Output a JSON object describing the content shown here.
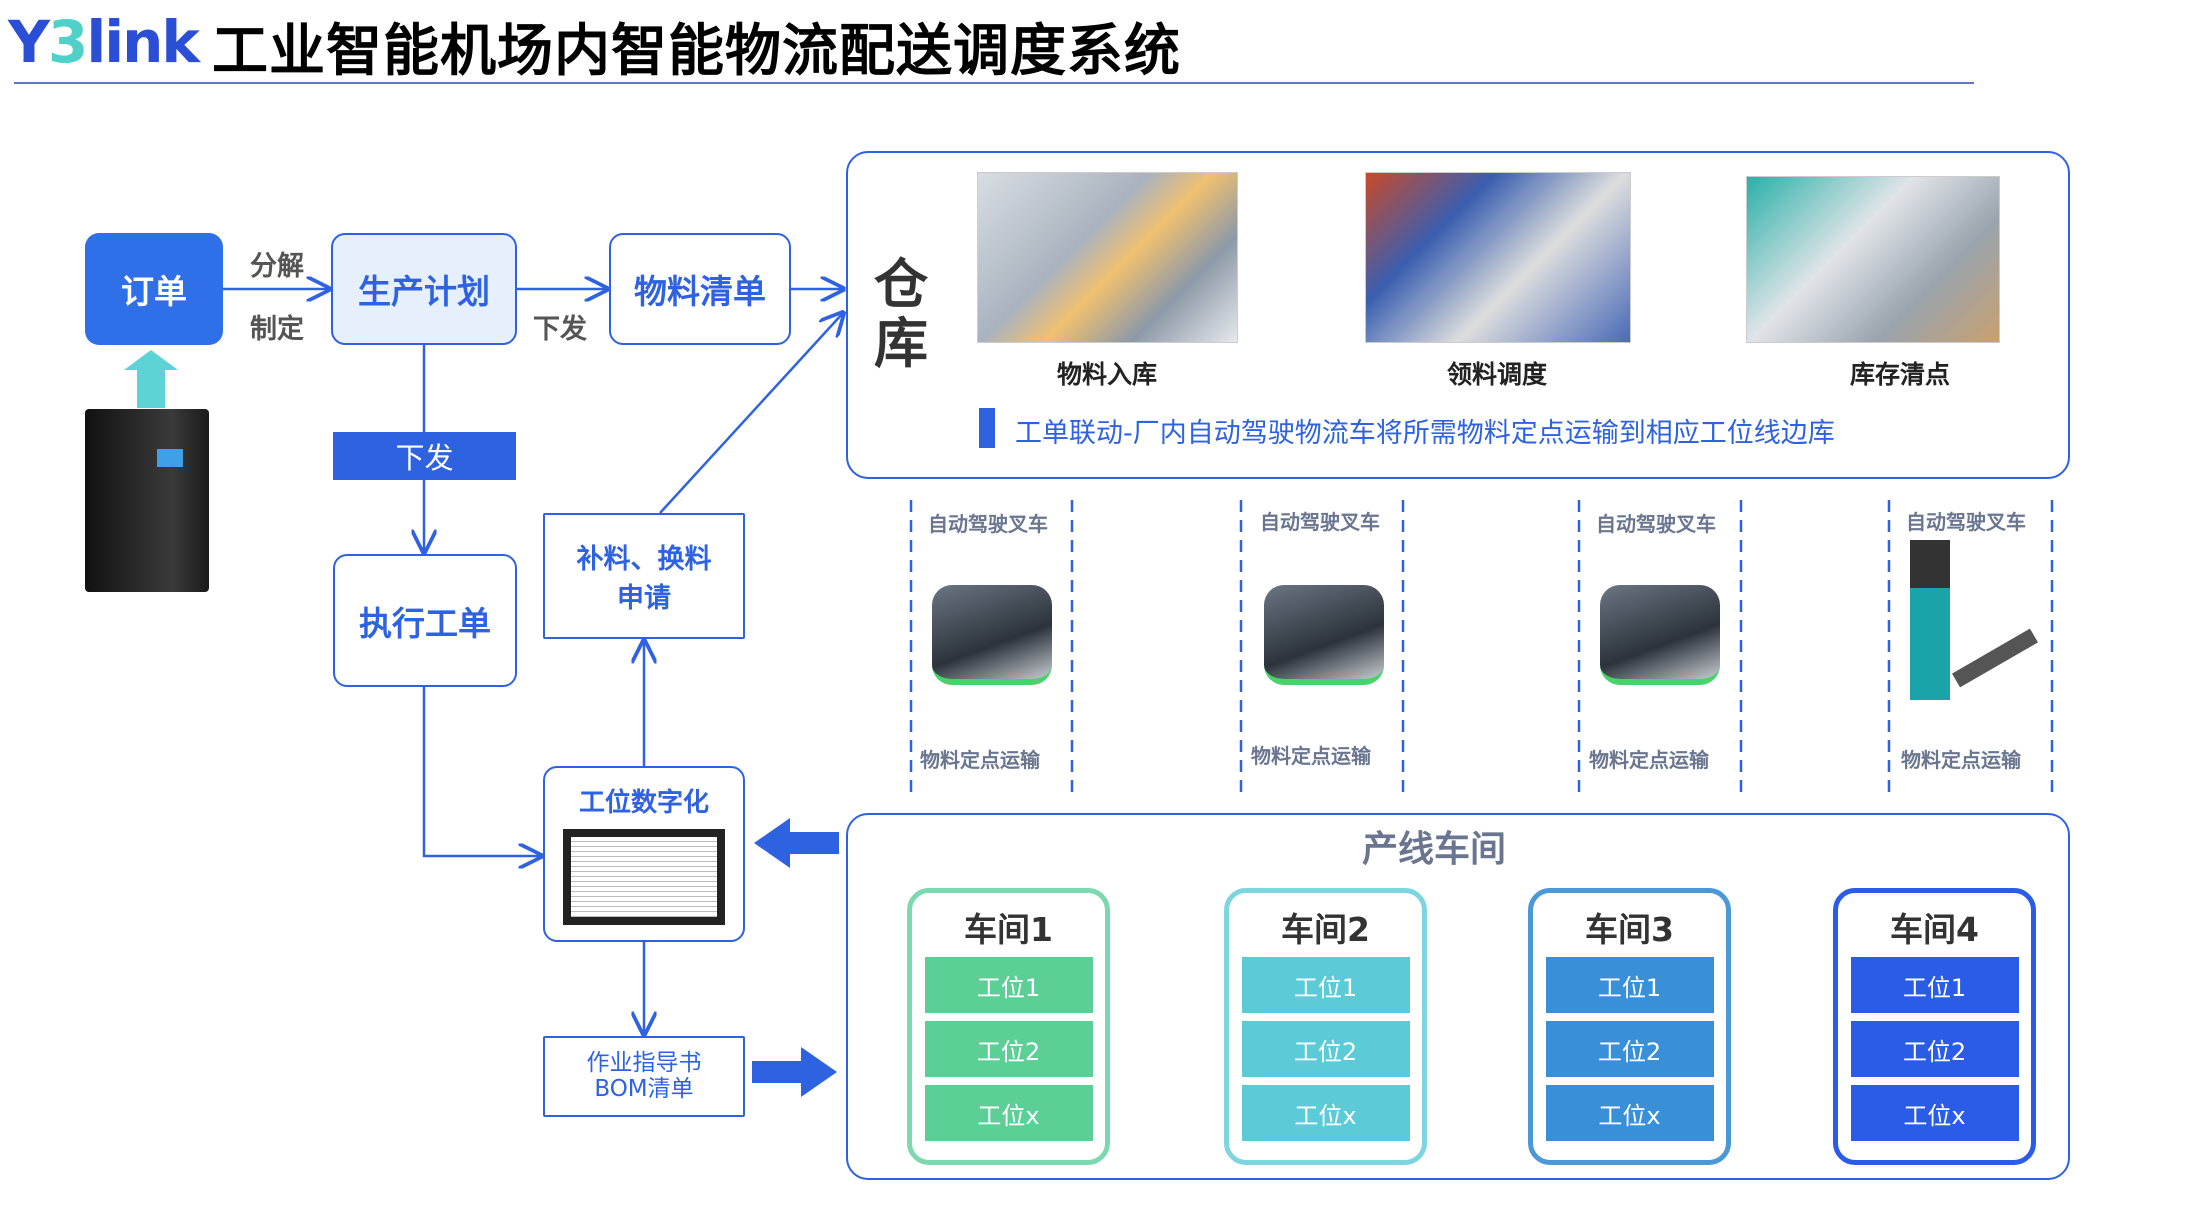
{
  "header": {
    "logo_a": "Y",
    "logo_b": "3",
    "logo_c": "link",
    "title": "工业智能机场内智能物流配送调度系统"
  },
  "flow": {
    "order": "订单",
    "decompose": "分解",
    "formulate": "制定",
    "plan": "生产计划",
    "issue1": "下发",
    "bom": "物料清单",
    "issue2": "下发",
    "execute": "执行工单",
    "replenish": "补料、换料申请",
    "digital": "工位数字化",
    "guide": "作业指导书 BOM清单"
  },
  "warehouse": {
    "title": "仓库",
    "images": [
      {
        "label": "物料入库"
      },
      {
        "label": "领料调度"
      },
      {
        "label": "库存清点"
      }
    ],
    "note": "工单联动-厂内自动驾驶物流车将所需物料定点运输到相应工位线边库"
  },
  "vehicles": [
    {
      "top": "自动驾驶叉车",
      "bottom": "物料定点运输"
    },
    {
      "top": "自动驾驶叉车",
      "bottom": "物料定点运输"
    },
    {
      "top": "自动驾驶叉车",
      "bottom": "物料定点运输"
    },
    {
      "top": "自动驾驶叉车",
      "bottom": "物料定点运输"
    }
  ],
  "production": {
    "title": "产线车间",
    "workshops": [
      {
        "name": "车间1",
        "color": "#5ccf97",
        "border": "#7bd8b0",
        "slots": [
          "工位1",
          "工位2",
          "工位x"
        ]
      },
      {
        "name": "车间2",
        "color": "#5ccbd8",
        "border": "#7dd6df",
        "slots": [
          "工位1",
          "工位2",
          "工位x"
        ]
      },
      {
        "name": "车间3",
        "color": "#3a90d8",
        "border": "#4a98d8",
        "slots": [
          "工位1",
          "工位2",
          "工位x"
        ]
      },
      {
        "name": "车间4",
        "color": "#2a5ce8",
        "border": "#2a5ce8",
        "slots": [
          "工位1",
          "工位2",
          "工位x"
        ]
      }
    ]
  }
}
